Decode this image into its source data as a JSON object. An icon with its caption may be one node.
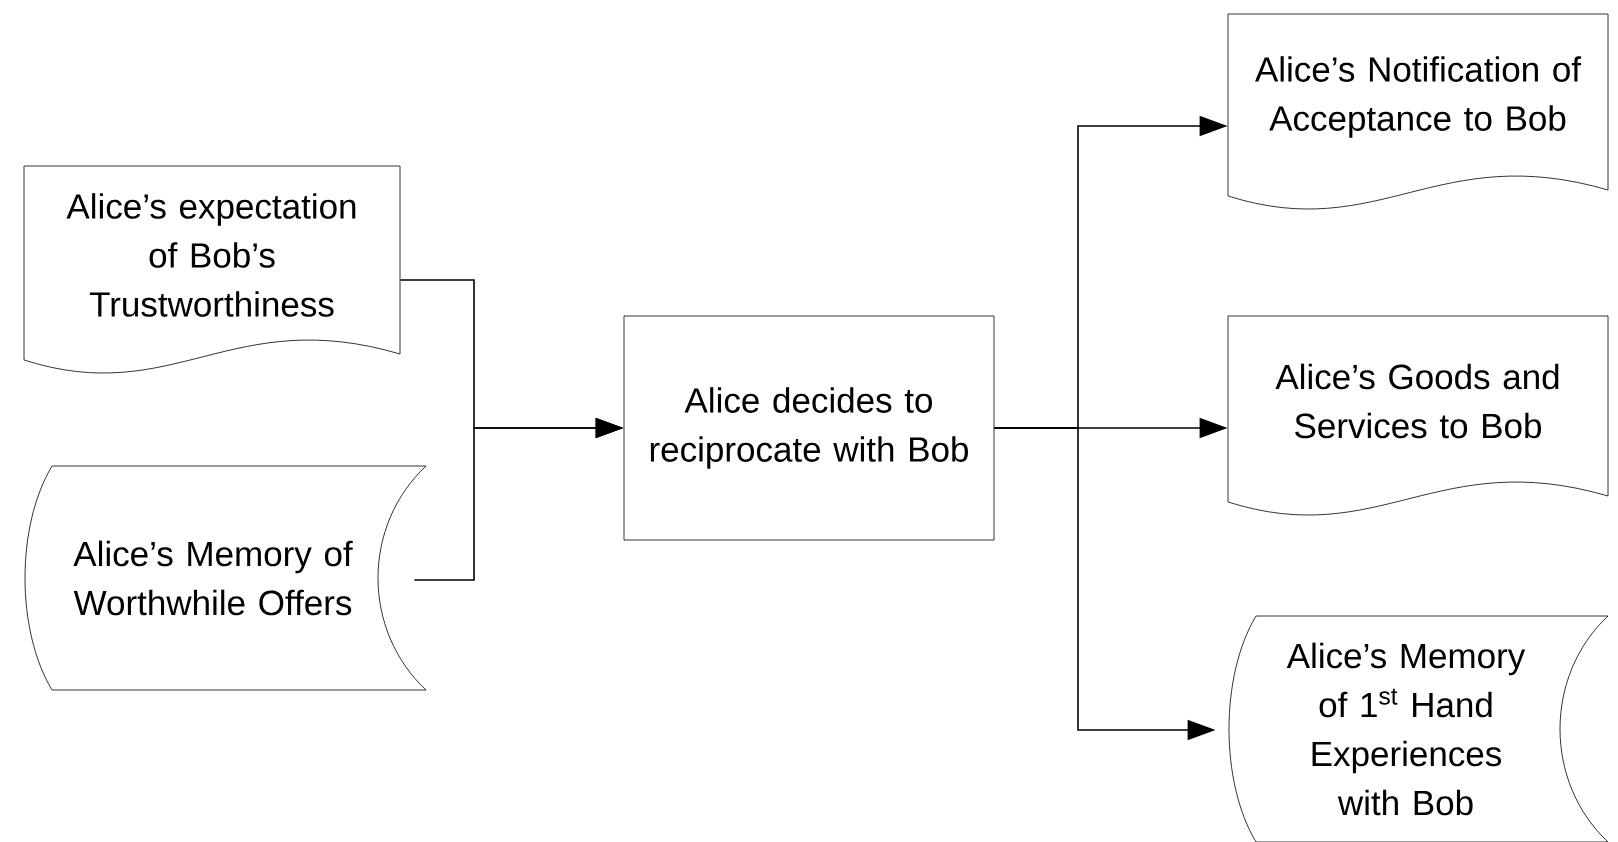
{
  "diagram": {
    "nodes": [
      {
        "text": [
          "Alice’s expectation of Bob’s Trustworthiness"
        ]
      },
      {
        "text": [
          "Alice’s Memory of Worthwhile Offers"
        ]
      },
      {
        "text": [
          "Alice decides to reciprocate  with Bob"
        ]
      },
      {
        "text": [
          "Alice’s Notification of Acceptance to Bob"
        ]
      },
      {
        "text": [
          "Alice’s Goods and Services to Bob"
        ]
      },
      {
        "text": [
          "Alice’s Memory of 1$^{st}$ Hand Experiences with Bob"
        ]
      }
    ],
    "edges": [
      {
        "from": 0,
        "to": 2,
        "arrow": "to"
      },
      {
        "from": 1,
        "to": 2,
        "arrow": "to"
      },
      {
        "from": 2,
        "to": 3,
        "arrow": "to"
      },
      {
        "from": 2,
        "to": 4,
        "arrow": "to"
      },
      {
        "from": 2,
        "to": 5,
        "arrow": "to"
      }
    ]
  }
}
